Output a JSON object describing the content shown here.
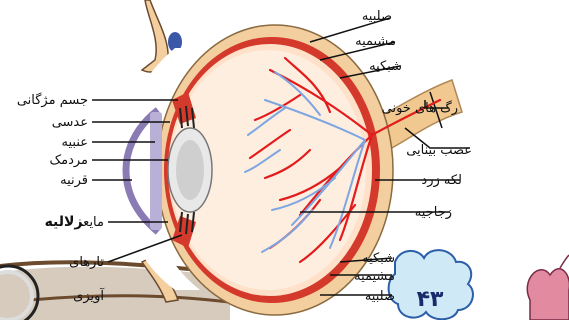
{
  "labels": {
    "sclera_top": "صلبیه",
    "choroid_top": "مشیمیه",
    "retina_top": "شبکیه",
    "blood_vessels": "رگ های خونی",
    "optic_nerve": "عصب بینایی",
    "macula": "لکه زرد",
    "vitreous": "زجاجیه",
    "retina_bottom": "شبکیه",
    "choroid_bottom": "مشیمیه",
    "sclera_bottom": "صلبیه",
    "ciliary_body": "جسم مژگانی",
    "lens": "عدسی",
    "iris": "عنبیه",
    "pupil": "مردمک",
    "cornea": "قرنیه",
    "aqueous_prefix": "مایع",
    "aqueous_bold": "زلالیه",
    "ligaments_line1": "تارهای",
    "ligaments_line2": "آویزی"
  },
  "page_number": "۴۳",
  "colors": {
    "sclera": "#f3cfa0",
    "choroid": "#d43a2c",
    "retina": "#ffe0c8",
    "vitreous": "#fdeee0",
    "artery": "#e31b1b",
    "vein": "#7fa6e0",
    "nerve": "#f0c890",
    "badge": "#cfe9f7",
    "ground": "#6b4a2e"
  }
}
